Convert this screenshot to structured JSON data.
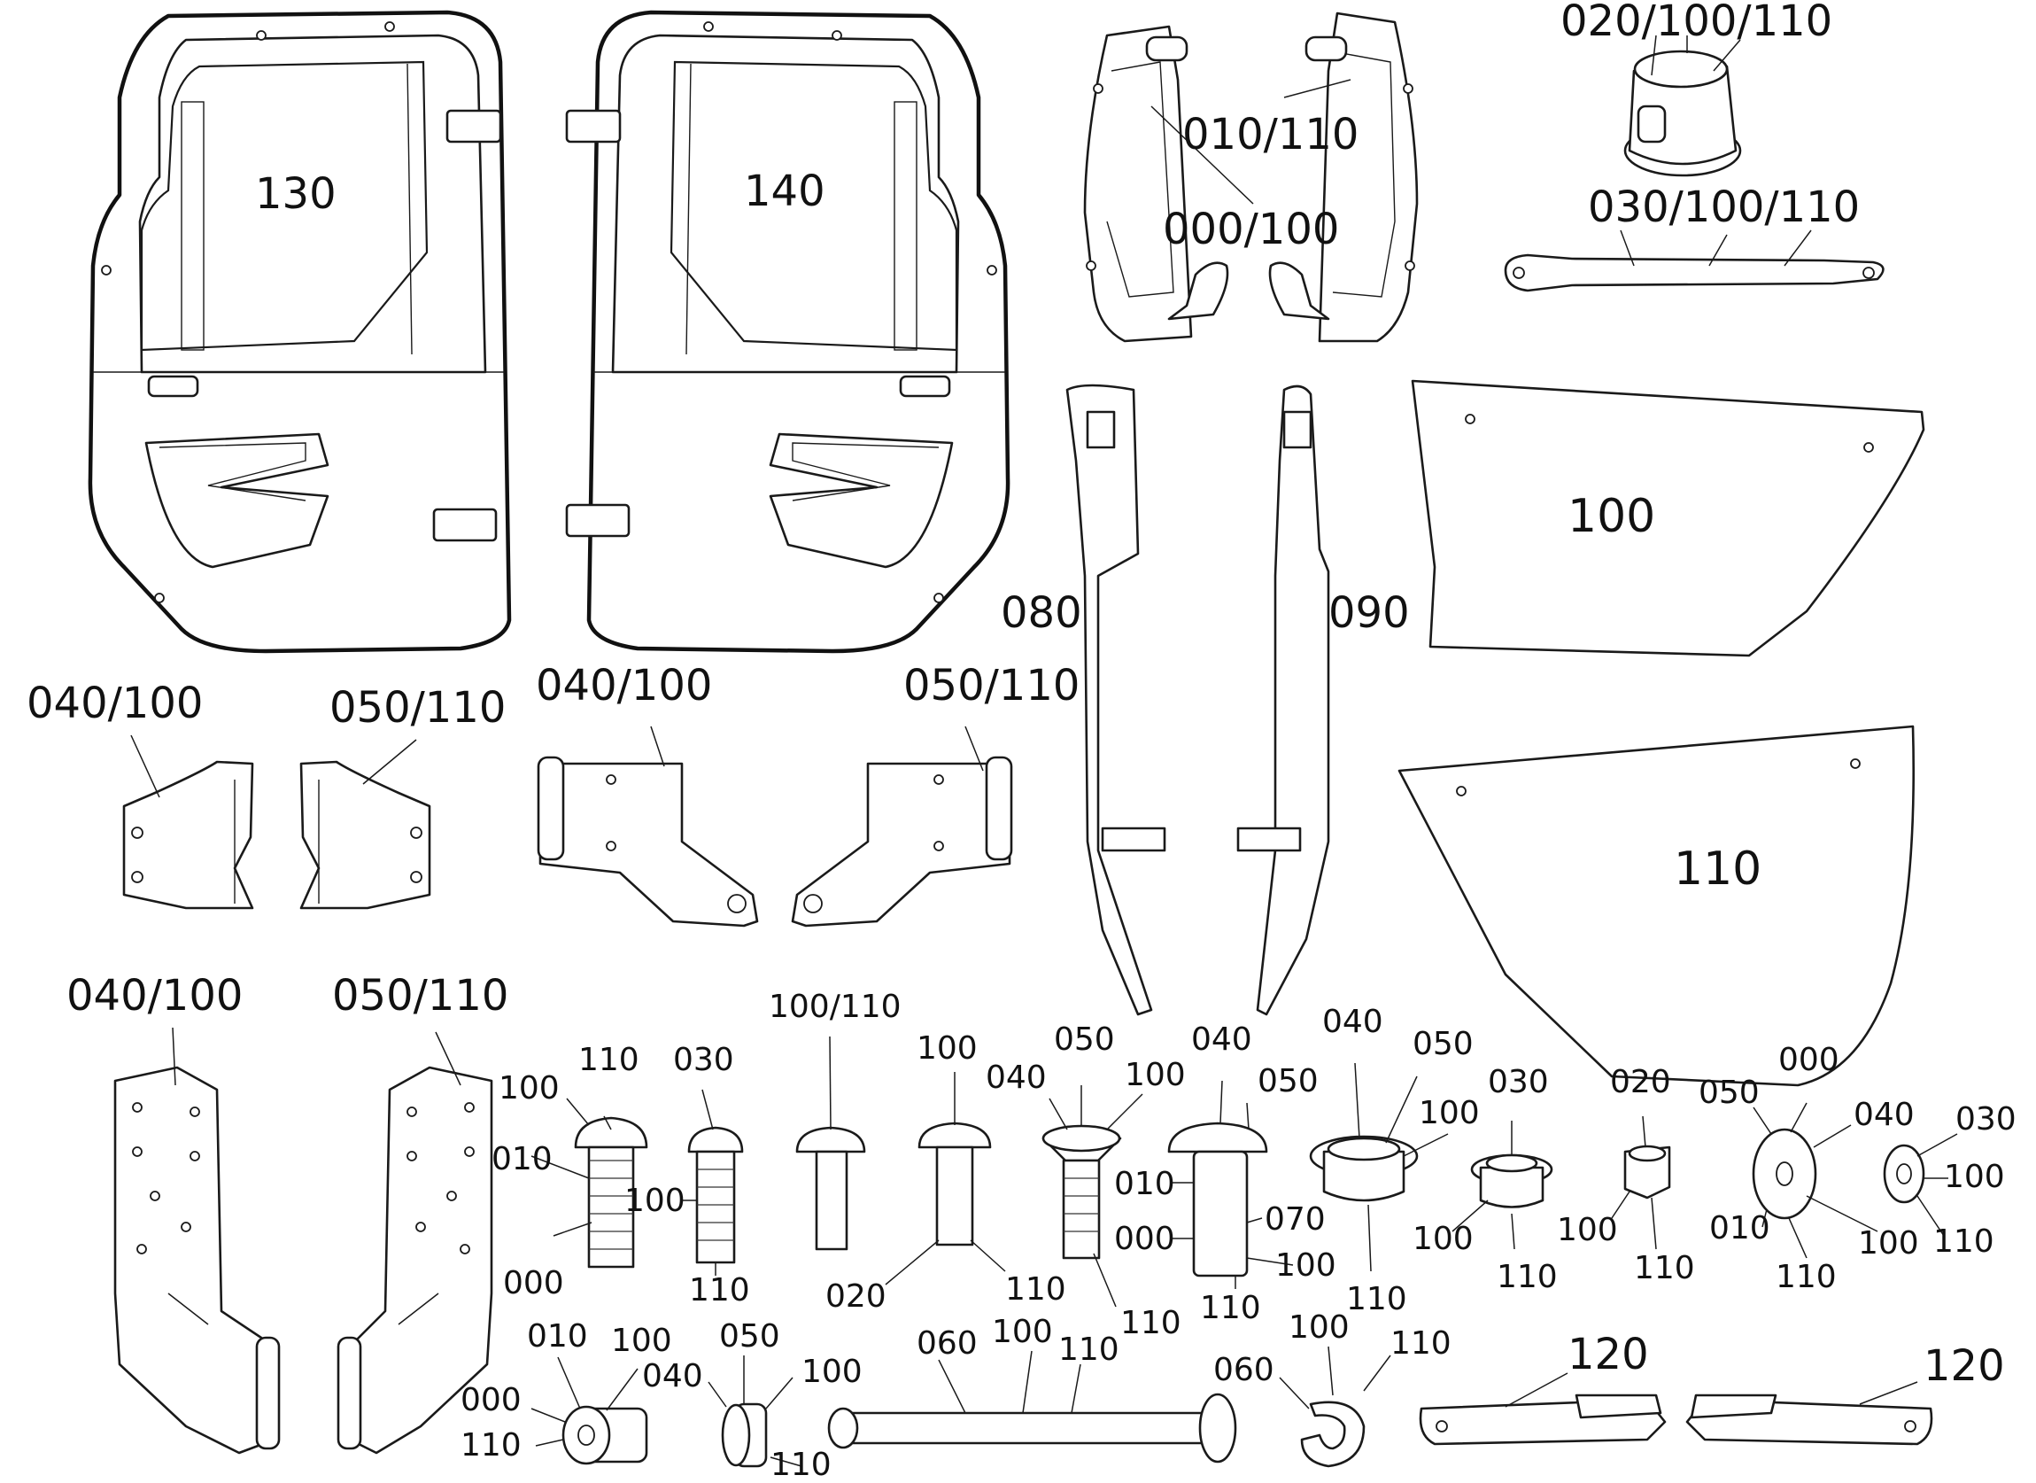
{
  "labels": {
    "door_left": "130",
    "door_right": "140",
    "hinge_top_right": "010/110",
    "hinge_top_left": "000/100",
    "bushing_top": "020/100/110",
    "rod_top": "030/100/110",
    "strap_left": "080",
    "strap_right": "090",
    "panel_upper": "100",
    "panel_lower": "110",
    "bracket_a_left": "040/100",
    "bracket_a_right": "050/110",
    "bracket_b_left": "040/100",
    "bracket_b_right": "050/110",
    "bracket_c_left": "040/100",
    "bracket_c_right": "050/110",
    "bolt1_a": "110",
    "bolt1_b": "100",
    "bolt1_c": "010",
    "bolt1_d": "000",
    "bolt2_a": "030",
    "bolt2_b": "100",
    "bolt2_c": "110",
    "bolt3_a": "100/110",
    "bolt4_a": "100",
    "bolt4_b": "020",
    "bolt4_c": "110",
    "bolt5_a": "050",
    "bolt5_b": "040",
    "bolt5_c": "100",
    "bolt5_d": "110",
    "pin_a": "040",
    "pin_b": "050",
    "pin_c": "010",
    "pin_d": "000",
    "pin_e": "070",
    "pin_f": "100",
    "pin_g": "110",
    "nut1_a": "040",
    "nut1_b": "050",
    "nut1_c": "100",
    "nut1_d": "110",
    "nut2_a": "030",
    "nut2_b": "100",
    "nut2_c": "110",
    "nut3_a": "020",
    "nut3_b": "100",
    "nut3_c": "110",
    "washer1_a": "050",
    "washer1_b": "000",
    "washer1_c": "040",
    "washer1_d": "010",
    "washer1_e": "100",
    "washer1_f": "110",
    "washer2_a": "030",
    "washer2_b": "100",
    "washer2_c": "110",
    "spacer1_a": "010",
    "spacer1_b": "100",
    "spacer1_c": "000",
    "spacer1_d": "110",
    "spacer2_a": "050",
    "spacer2_b": "040",
    "spacer2_c": "100",
    "spacer2_d": "110",
    "axle_a": "060",
    "axle_b": "100",
    "axle_c": "110",
    "clip_a": "060",
    "clip_b": "100",
    "clip_c": "110",
    "latch_left": "120",
    "latch_right": "120"
  }
}
